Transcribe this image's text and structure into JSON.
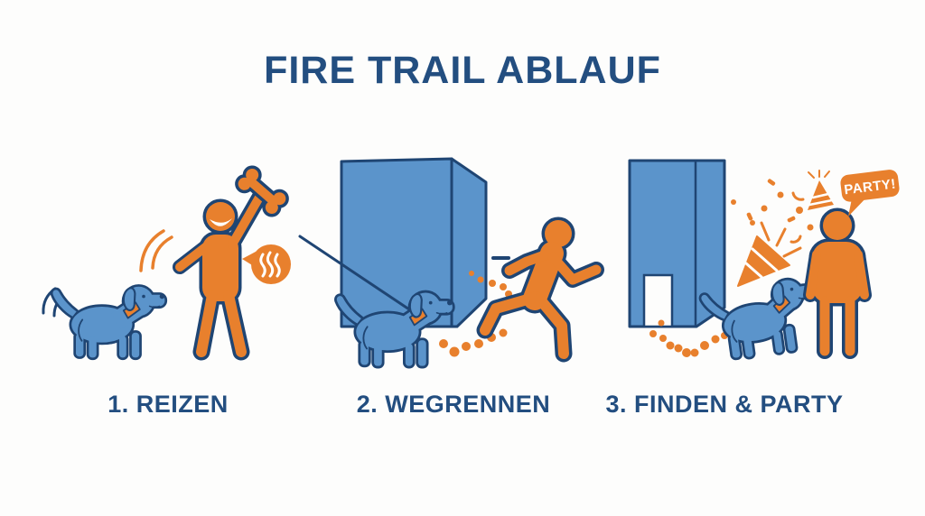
{
  "title": "FIRE TRAIL ABLAUF",
  "colors": {
    "background": "#FDFDFC",
    "heading_text": "#234E80",
    "outline_navy": "#1F4573",
    "figure_blue": "#5B94CB",
    "accent_orange": "#E8802D",
    "white": "#FFFFFF"
  },
  "steps": [
    {
      "label": "1. REIZEN",
      "icons": [
        "dog-icon",
        "tail-wag-motion-icon",
        "handler-raising-bone-icon",
        "bone-icon",
        "hand-wave-motion-icon",
        "scent-bubble-icon"
      ]
    },
    {
      "label": "2. WEGRENNEN",
      "icons": [
        "hiding-wall-icon",
        "leash-line",
        "leashed-dog-icon",
        "scent-trail-dots-icon",
        "running-person-icon",
        "motion-dash-icon"
      ]
    },
    {
      "label": "3. FINDEN & PARTY",
      "icons": [
        "wall-with-doorway-icon",
        "scent-trail-dots-icon",
        "dog-looking-up-icon",
        "standing-person-icon",
        "party-hat-icon",
        "party-popper-icon",
        "confetti-icon",
        "party-speech-bubble-icon"
      ],
      "speech_bubble_text": "PARTY!"
    }
  ]
}
